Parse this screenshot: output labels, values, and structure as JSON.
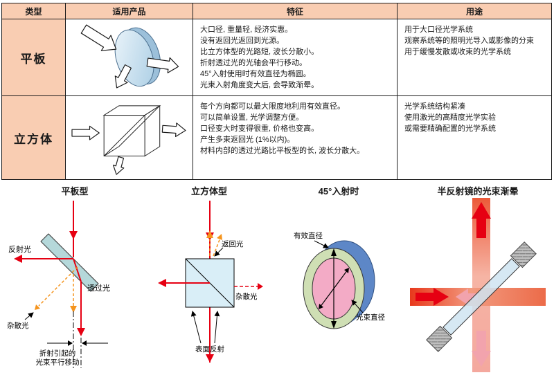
{
  "colors": {
    "header_bg": "#f9cdb2",
    "table_border": "#1a1a1a",
    "beam_red": "#e60012",
    "stray_orange": "#f5941d",
    "plate_glass": "#b5d8da",
    "cube_glass": "#d9eef7",
    "disc_green": "#cfdfb4",
    "disc_pink": "#f3abc6",
    "disc_blue": "#5d87c7",
    "pink_beam": "#f2a3ad"
  },
  "table": {
    "headers": [
      "类型",
      "适用产品",
      "特征",
      "用途"
    ],
    "rows": [
      {
        "type": "平板",
        "features": [
          "大口径, 重量轻, 经济实惠。",
          "没有返回光返回到光源。",
          "比立方体型的光路短, 波长分散小。",
          "折射透过光的光轴会平行移动。",
          "45°入射使用时有效直径为椭圆。",
          "光束入射角度变大后, 会导致渐晕。"
        ],
        "uses": [
          "用于大口径光学系统",
          "观察系统等的照明光导入或影像的分束",
          "用于缓慢发散或收束的光学系统"
        ]
      },
      {
        "type": "立方体",
        "features": [
          "每个方向都可以最大限度地利用有效直径。",
          "可以简单设置, 光学调整方便。",
          "口径变大时变得很重, 价格也变高。",
          "产生多束返回光 (1%以内)。",
          "材料内部的透过光路比平板型的长, 波长分散大。"
        ],
        "uses": [
          "光学系统结构紧凑",
          "使用激光的高精度光学实验",
          "或需要精确配置的光学系统"
        ]
      }
    ]
  },
  "figures": {
    "plate": {
      "title": "平板型",
      "reflected": "反射光",
      "transmitted": "透过光",
      "stray": "杂散光",
      "shift": [
        "折射引起的",
        "光束平行移动"
      ]
    },
    "cube": {
      "title": "立方体型",
      "return_light": "返回光",
      "stray": "杂散光",
      "surface": "表面反射"
    },
    "incidence45": {
      "title": "45°入射时",
      "effective": "有效直径",
      "beam": "光束直径"
    },
    "vignetting": {
      "title": "半反射镜的光束渐晕"
    }
  }
}
